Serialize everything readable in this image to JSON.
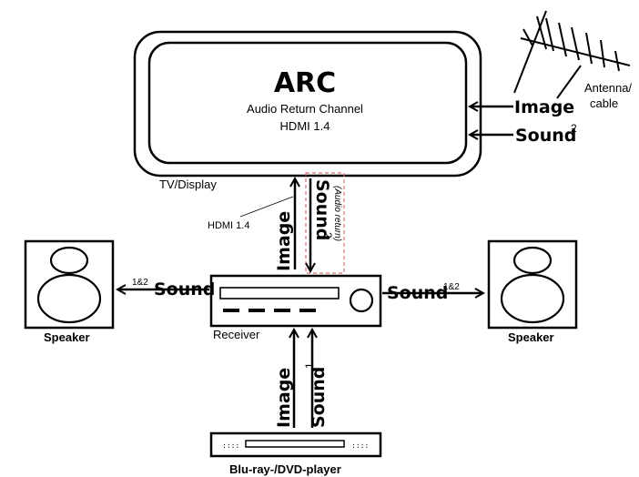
{
  "tv": {
    "title": "ARC",
    "subtitle": "Audio Return Channel",
    "hdmi": "HDMI 1.4",
    "label": "TV/Display"
  },
  "antenna": {
    "label_line1": "Antenna/",
    "label_line2": "cable"
  },
  "antenna_arrows": {
    "image": "Image",
    "sound": "Sound",
    "sound_sup": "2"
  },
  "tv_receiver_link": {
    "image": "Image",
    "sound": "Sound",
    "sound_sup": "2",
    "audio_return": "(Audio return)",
    "hdmi_callout": "HDMI 1.4"
  },
  "receiver": {
    "label": "Receiver"
  },
  "left_speaker": {
    "label": "Speaker",
    "sound": "Sound",
    "sup": "1&2"
  },
  "right_speaker": {
    "label": "Speaker",
    "sound": "Sound",
    "sup": "1&2"
  },
  "player_link": {
    "image": "Image",
    "sound": "Sound",
    "sound_sup": "1"
  },
  "player": {
    "label": "Blu-ray-/DVD-player"
  }
}
